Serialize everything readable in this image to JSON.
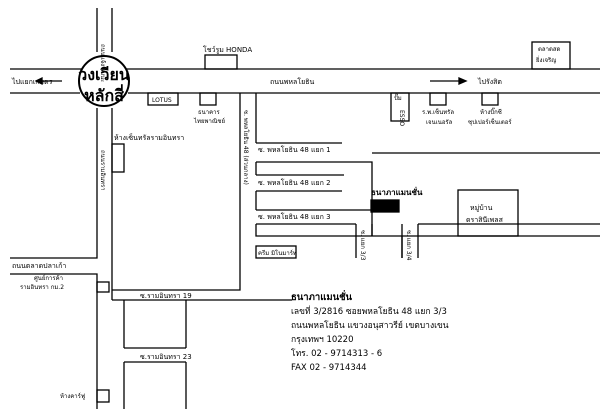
{
  "roundabout": {
    "line1": "วงเวียน",
    "line2": "หลักสี่"
  },
  "roads": {
    "phahon_top": "ถนนพหลโยธิน",
    "chaeng_left": "ถนนแจ้งวัฒนะ",
    "left_to_airport": "ไปแยกเกษตร",
    "right_to_rangsit": "ไปรังสิต",
    "ram_intra": "ถนนรามอินทรา",
    "soi48": "ซ. พหลโยธิน 48 (ส่วนกลาง)",
    "soi48_1": "ซ. พหลโยธิน 48 แยก 1",
    "soi48_2": "ซ. พหลโยธิน 48 แยก 2",
    "soi48_3": "ซ. พหลโยธิน 48 แยก 3",
    "soi33": "ซ. แยก 3/3",
    "soi34": "ซ. แยก 3/4",
    "ram19": "ซ.รามอินทรา 19",
    "ram23": "ซ.รามอินทรา 23",
    "talad": "ถนนตลาดปลาเก้า"
  },
  "landmarks": {
    "honda": "โชว์รูม HONDA",
    "market": [
      "ตลาดสด",
      "ยิ่งเจริญ"
    ],
    "lotus": "LOTUS",
    "bank": [
      "ธนาคาร",
      "ไทยพาณิชย์"
    ],
    "esso": "ESSO",
    "pump": "ปั๊ม",
    "hospital": [
      "ร.พ.เซ็นทรัล",
      "เจนเนอรัล"
    ],
    "bigc": [
      "ห้างบิ๊กซี",
      "ซุปเปอร์เซ็นเตอร์"
    ],
    "central": "ห้างเซ็นทรัลรามอินทรา",
    "village": [
      "หมู่บ้าน",
      "ดราสินีเพลส"
    ],
    "cream": "ครีม มิโนมาร์ท",
    "center": [
      "ศูนย์การค้า",
      "รามอินทรา กม.2"
    ],
    "big": "ห้างคาร์ฟู",
    "target": "ธนาภาแมนชั่น"
  },
  "info": {
    "name": "ธนาภาแมนชั่น",
    "address1": "เลขที่ 3/2816  ซอยพหลโยธิน 48  แยก 3/3",
    "address2": "ถนนพหลโยธิน  แขวงอนุสาวรีย์  เขตบางเขน",
    "city": "กรุงเทพฯ   10220",
    "tel": "โทร.  02 - 9714313 - 6",
    "fax": "FAX  02 - 9714344"
  }
}
